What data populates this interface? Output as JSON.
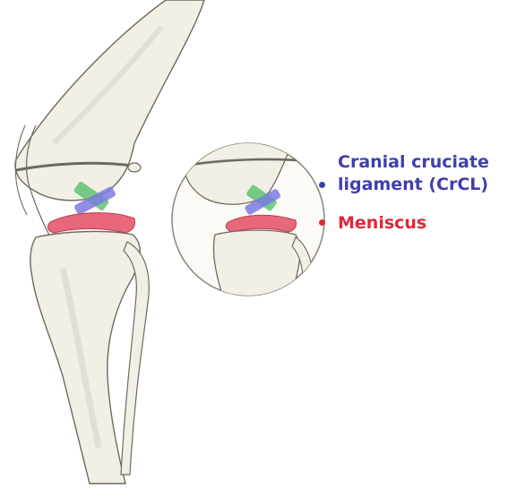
{
  "labels": {
    "crcl_line1": "Cranial cruciate",
    "crcl_line2": "ligament (CrCL)",
    "meniscus": "Meniscus"
  },
  "colors": {
    "crcl": "#3f3fae",
    "meniscus": "#e0263a",
    "bone_fill": "#f1efe6",
    "bone_outline": "#6f6a5e",
    "ligament_blue": "#7c7ae0",
    "ligament_green": "#55c06a",
    "meniscus_fill": "#e8677a"
  }
}
